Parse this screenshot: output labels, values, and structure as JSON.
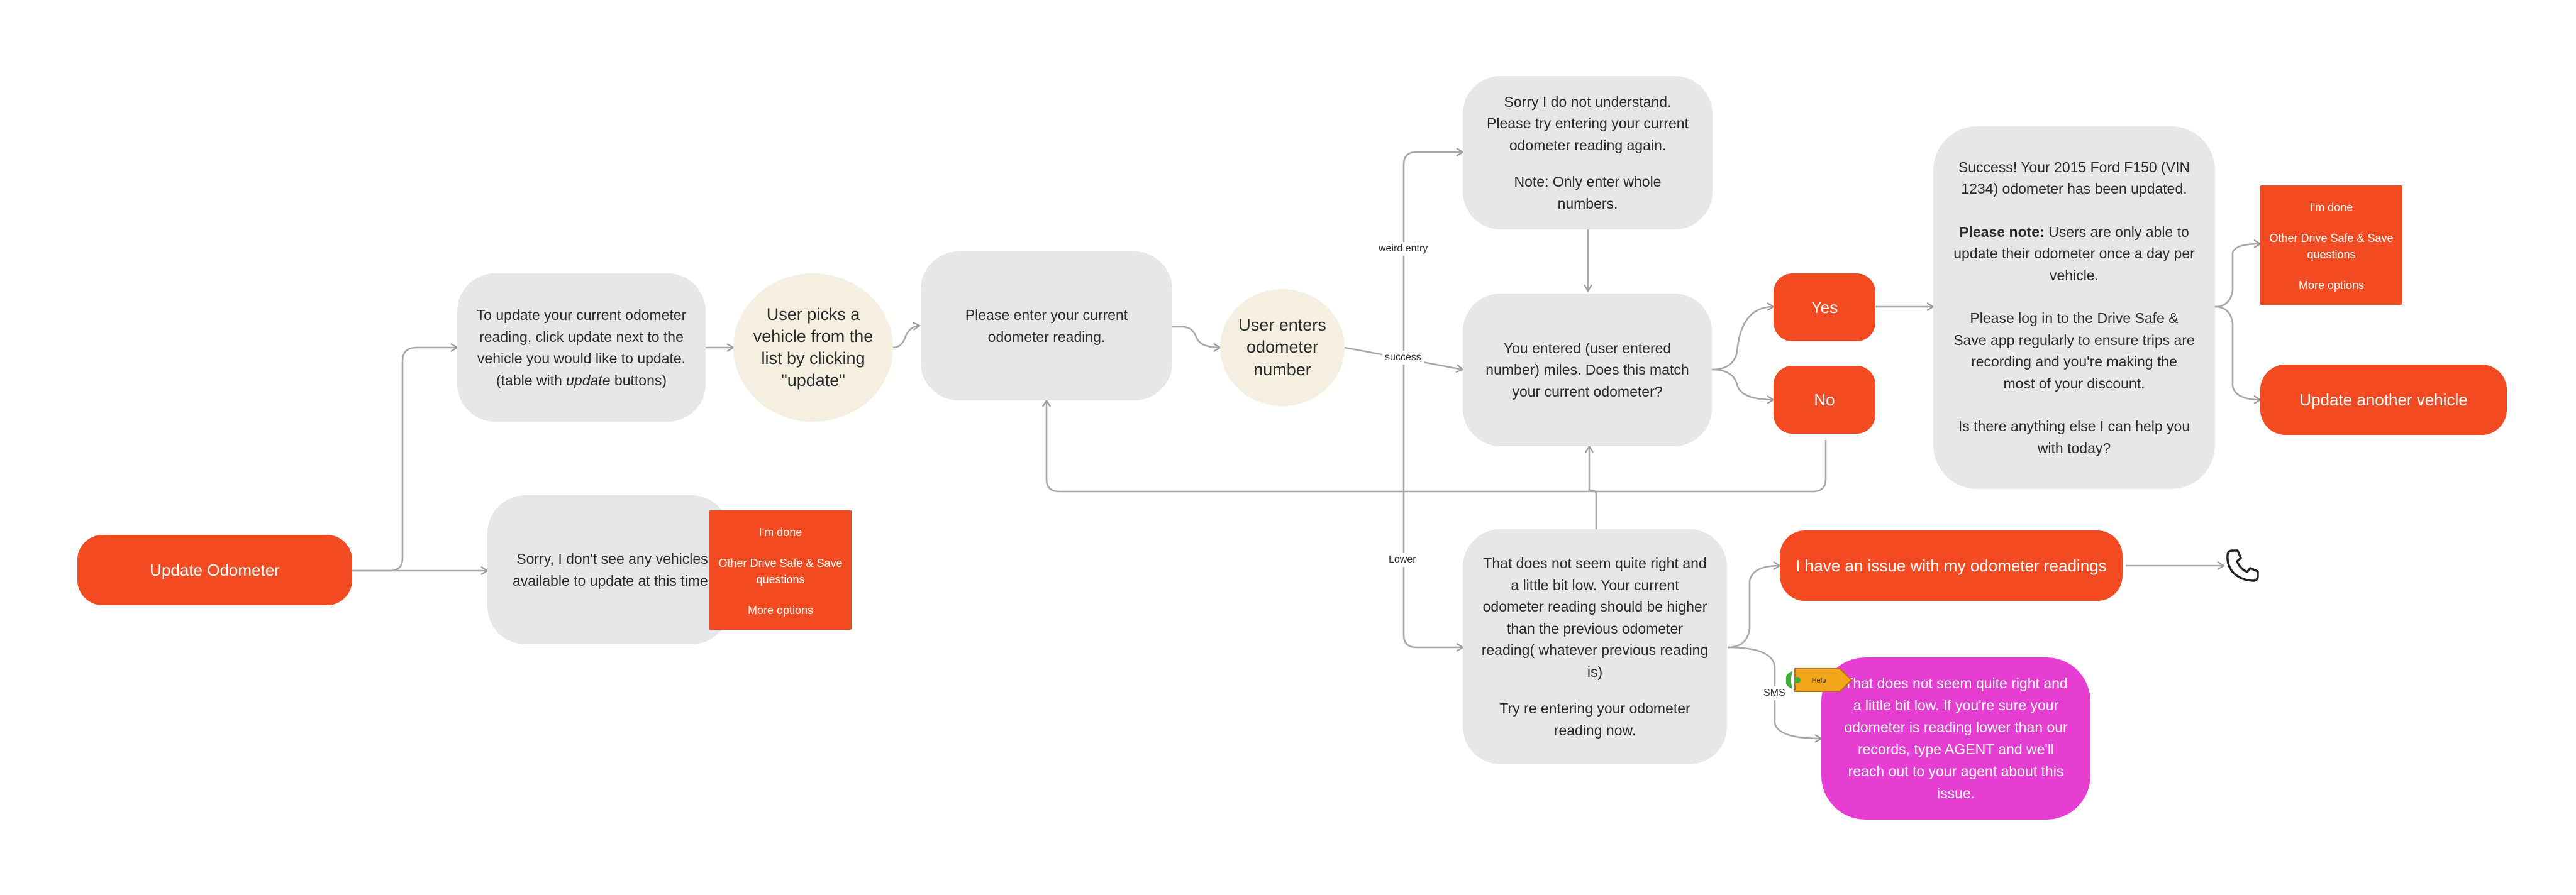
{
  "colors": {
    "accent": "#f24b22",
    "bubble": "#e7e7e7",
    "user_node": "#f5efe2",
    "sms": "#e63ed2",
    "tag": "#f2a51a"
  },
  "start": {
    "label": "Update Odometer"
  },
  "instructions": {
    "line1": "To update your current odometer reading, click update next to the vehicle you would like to update. (table with ",
    "italic": "update",
    "line2": " buttons)"
  },
  "pick_vehicle": {
    "text": "User picks a vehicle from the list by clicking \"update\""
  },
  "enter_prompt": {
    "text": "Please enter your current odometer reading."
  },
  "user_enters": {
    "text": "User enters odometer number"
  },
  "no_vehicles": {
    "text": "Sorry, I don't see any vehicles available to update at this time."
  },
  "menu": {
    "done": "I'm done",
    "other": "Other Drive Safe & Save questions",
    "more": "More options"
  },
  "misunderstand": {
    "p1": "Sorry I do not understand. Please try entering your current odometer reading again.",
    "p2": "Note: Only enter whole numbers."
  },
  "confirm": {
    "text": "You entered (user entered number) miles. Does this match your current odometer?"
  },
  "too_low": {
    "p1": "That does not seem quite right and a little bit low. Your current odometer reading should be higher than the previous odometer reading( whatever previous reading is)",
    "p2": "Try re entering your odometer reading now."
  },
  "edges": {
    "weird": "weird entry",
    "success": "success",
    "lower": "Lower",
    "sms": "SMS"
  },
  "yes": {
    "label": "Yes"
  },
  "no": {
    "label": "No"
  },
  "success_msg": {
    "p1": "Success! Your 2015 Ford F150 (VIN 1234) odometer has been updated.",
    "note_bold": "Please note:",
    "note_rest": " Users are only able to update their odometer once a day per vehicle.",
    "p3": "Please log in to the Drive Safe & Save app regularly to ensure trips are recording and you're making the most of your discount.",
    "p4": "Is there anything else I can help you with today?"
  },
  "update_another": {
    "label": "Update another vehicle"
  },
  "issue": {
    "label": "I have an issue with my odometer readings"
  },
  "sms_msg": {
    "text": "That does not seem quite right and a little bit low. If you're sure your odometer is reading lower than our records, type AGENT and we'll reach out to your agent about this issue."
  },
  "tag": {
    "label": "Help"
  },
  "icons": {
    "phone": "phone-icon"
  }
}
